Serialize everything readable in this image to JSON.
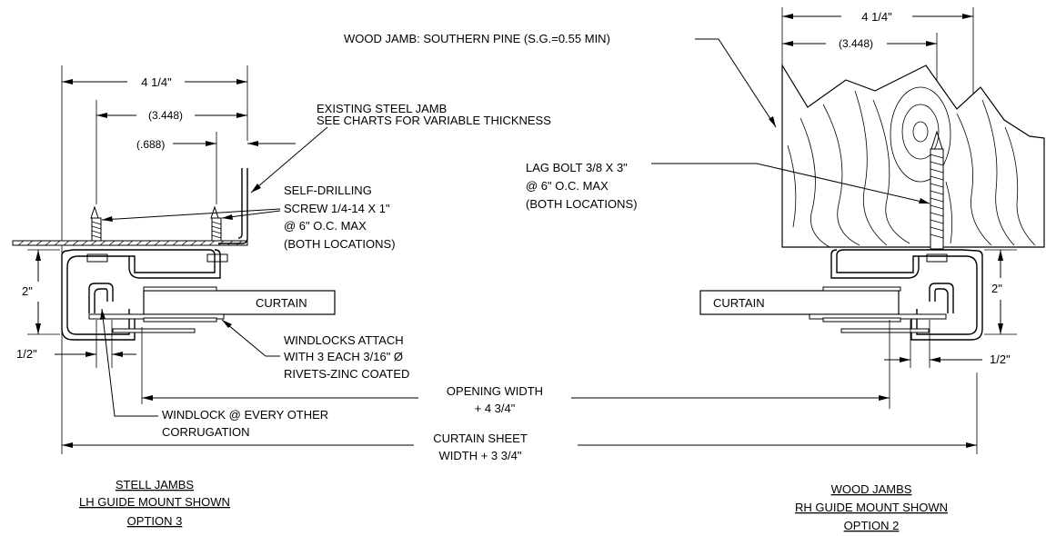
{
  "left": {
    "dim_overall": "4 1/4\"",
    "dim_holes": "(3.448)",
    "dim_offset": "(.688)",
    "existing_jamb_1": "EXISTING STEEL JAMB",
    "existing_jamb_2": "SEE CHARTS FOR VARIABLE THICKNESS",
    "screw_1": "SELF-DRILLING",
    "screw_2": "SCREW 1/4-14 X 1\"",
    "screw_3": "@ 6\" O.C. MAX",
    "screw_4": "(BOTH LOCATIONS)",
    "dim_height": "2\"",
    "dim_half": "1/2\"",
    "curtain": "CURTAIN",
    "windlocks_1": "WINDLOCKS ATTACH",
    "windlocks_2": "WITH 3 EACH 3/16\" Ø",
    "windlocks_3": "RIVETS-ZINC COATED",
    "windlock_1": "WINDLOCK @ EVERY OTHER",
    "windlock_2": "CORRUGATION",
    "title_1": "STELL JAMBS",
    "title_2": "LH GUIDE MOUNT SHOWN",
    "title_3": "OPTION 3"
  },
  "right": {
    "wood_jamb": "WOOD JAMB: SOUTHERN PINE (S.G.=0.55 MIN)",
    "dim_overall": "4 1/4\"",
    "dim_holes": "(3.448)",
    "lag_1": "LAG BOLT 3/8 X 3\"",
    "lag_2": "@ 6\" O.C. MAX",
    "lag_3": "(BOTH LOCATIONS)",
    "dim_height": "2\"",
    "dim_half": "1/2\"",
    "curtain": "CURTAIN",
    "title_1": "WOOD JAMBS",
    "title_2": "RH GUIDE MOUNT SHOWN",
    "title_3": "OPTION 2"
  },
  "center": {
    "opening_1": "OPENING WIDTH",
    "opening_2": "+ 4 3/4\"",
    "sheet_1": "CURTAIN SHEET",
    "sheet_2": "WIDTH + 3 3/4\""
  }
}
